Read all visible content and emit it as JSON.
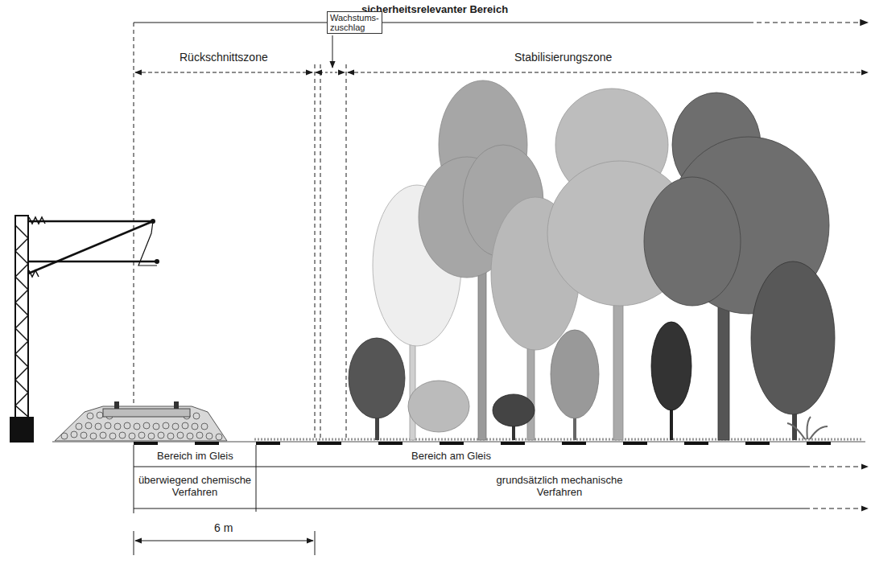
{
  "diagram": {
    "nodes": [
      {
        "text": [
          "Wachstums- zuschlag"
        ]
      }
    ],
    "labels": [
      "sicherheitsrelevanter Bereich",
      "Rückschnittszone",
      "Stabilisierungszone",
      "Bereich im Gleis",
      "Bereich am Gleis",
      "überwiegend chemische Verfahren",
      "grundsätzlich mechanische Verfahren",
      "6 m"
    ]
  }
}
